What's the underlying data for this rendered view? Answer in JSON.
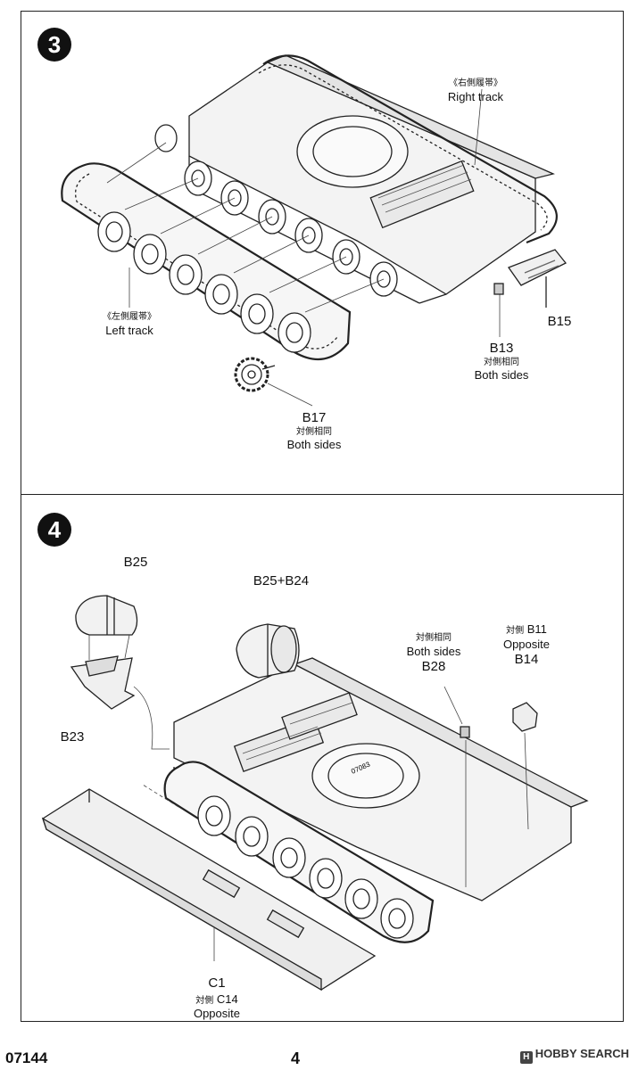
{
  "step3": {
    "number": "3",
    "right_track": {
      "zh": "《右側履帯》",
      "en": "Right track"
    },
    "left_track": {
      "zh": "《左側履帯》",
      "en": "Left track"
    },
    "b15": {
      "code": "B15"
    },
    "b13": {
      "code": "B13",
      "zh": "对側相同",
      "en": "Both sides"
    },
    "b17": {
      "code": "B17",
      "zh": "対側相同",
      "en": "Both sides"
    }
  },
  "step4": {
    "number": "4",
    "b25": {
      "code": "B25"
    },
    "b25b24": {
      "code": "B25+B24"
    },
    "b23": {
      "code": "B23"
    },
    "b28": {
      "zh": "対側相同",
      "en": "Both sides",
      "code": "B28"
    },
    "b14": {
      "zh": "対側",
      "code_alt": "B11",
      "en": "Opposite",
      "code": "B14"
    },
    "c1": {
      "code": "C1",
      "zh": "対側",
      "code_alt": "C14",
      "en": "Opposite"
    },
    "hull_marking": "07083"
  },
  "footer": {
    "product_code": "07144",
    "page_number": "4",
    "watermark": "HOBBY SEARCH"
  }
}
